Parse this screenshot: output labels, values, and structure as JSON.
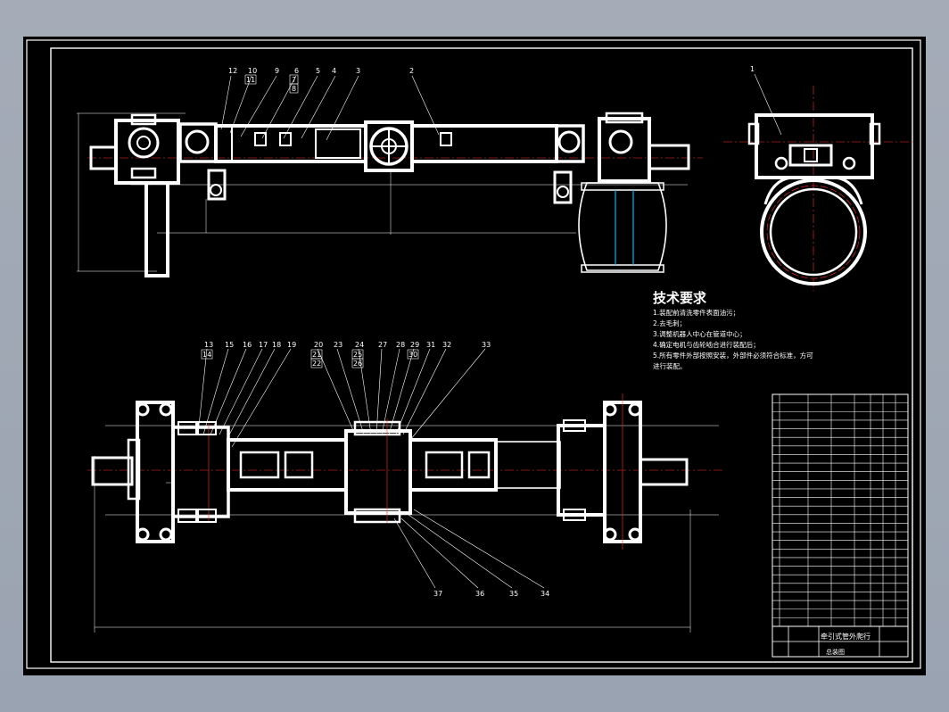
{
  "drawing": {
    "top_view_part_numbers": [
      "12",
      "10",
      "9",
      "6",
      "5",
      "4",
      "3",
      "2",
      "7",
      "8",
      "11"
    ],
    "front_view_part_numbers_top": [
      "13",
      "15",
      "16",
      "17",
      "18",
      "19",
      "20",
      "23",
      "24",
      "27",
      "28",
      "29",
      "31",
      "32",
      "33"
    ],
    "front_view_part_numbers_boxed": [
      "14",
      "21",
      "22",
      "25",
      "26",
      "30"
    ],
    "front_view_part_numbers_bottom": [
      "37",
      "36",
      "35",
      "34"
    ],
    "side_view_part_number": "1",
    "technical_requirements": {
      "title": "技术要求",
      "lines": [
        "1.装配前清洗零件表面油污；",
        "2.去毛刺；",
        "3.调整机器人中心在管道中心；",
        "4.确定电机与齿轮啮合进行装配后；",
        "5.所有零件外部按照安装，外部件必须符合标准，方可",
        "进行装配。"
      ]
    },
    "title_block": {
      "name": "牵引式管外爬行",
      "subtitle": "总装图",
      "part_rows": 27
    }
  },
  "colors": {
    "background": "#000000",
    "line": "#ffffff",
    "centerline": "#ff2d2d",
    "accent": "#00c8ff",
    "frame": "#a5acb8"
  }
}
